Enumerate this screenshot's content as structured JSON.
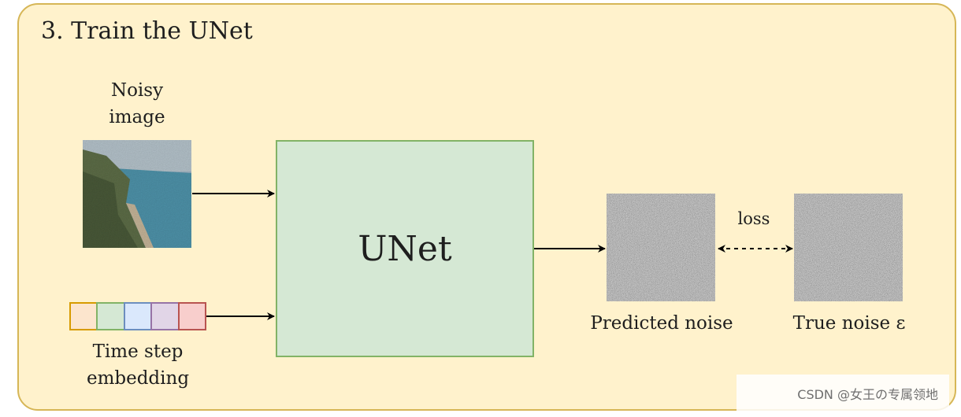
{
  "diagram": {
    "title": "3. Train the UNet",
    "noisy_image_label_line1": "Noisy",
    "noisy_image_label_line2": "image",
    "unet_label": "UNet",
    "timestep_label_line1": "Time step",
    "timestep_label_line2": "embedding",
    "predicted_noise_label": "Predicted noise",
    "true_noise_label": "True noise ε",
    "loss_label": "loss"
  },
  "embedding_cells": [
    {
      "fill": "#fce5cd",
      "stroke": "#d79b00"
    },
    {
      "fill": "#d5e8d4",
      "stroke": "#82b366"
    },
    {
      "fill": "#dae8fc",
      "stroke": "#6c8ebf"
    },
    {
      "fill": "#e1d5e7",
      "stroke": "#9673a6"
    },
    {
      "fill": "#f8cecc",
      "stroke": "#b85450"
    }
  ],
  "colors": {
    "panel_fill": "#fff2cc",
    "panel_border": "#d6b656",
    "unet_fill": "#d5e8d4",
    "unet_border": "#82b366"
  },
  "watermark": "CSDN @女王の专属领地"
}
